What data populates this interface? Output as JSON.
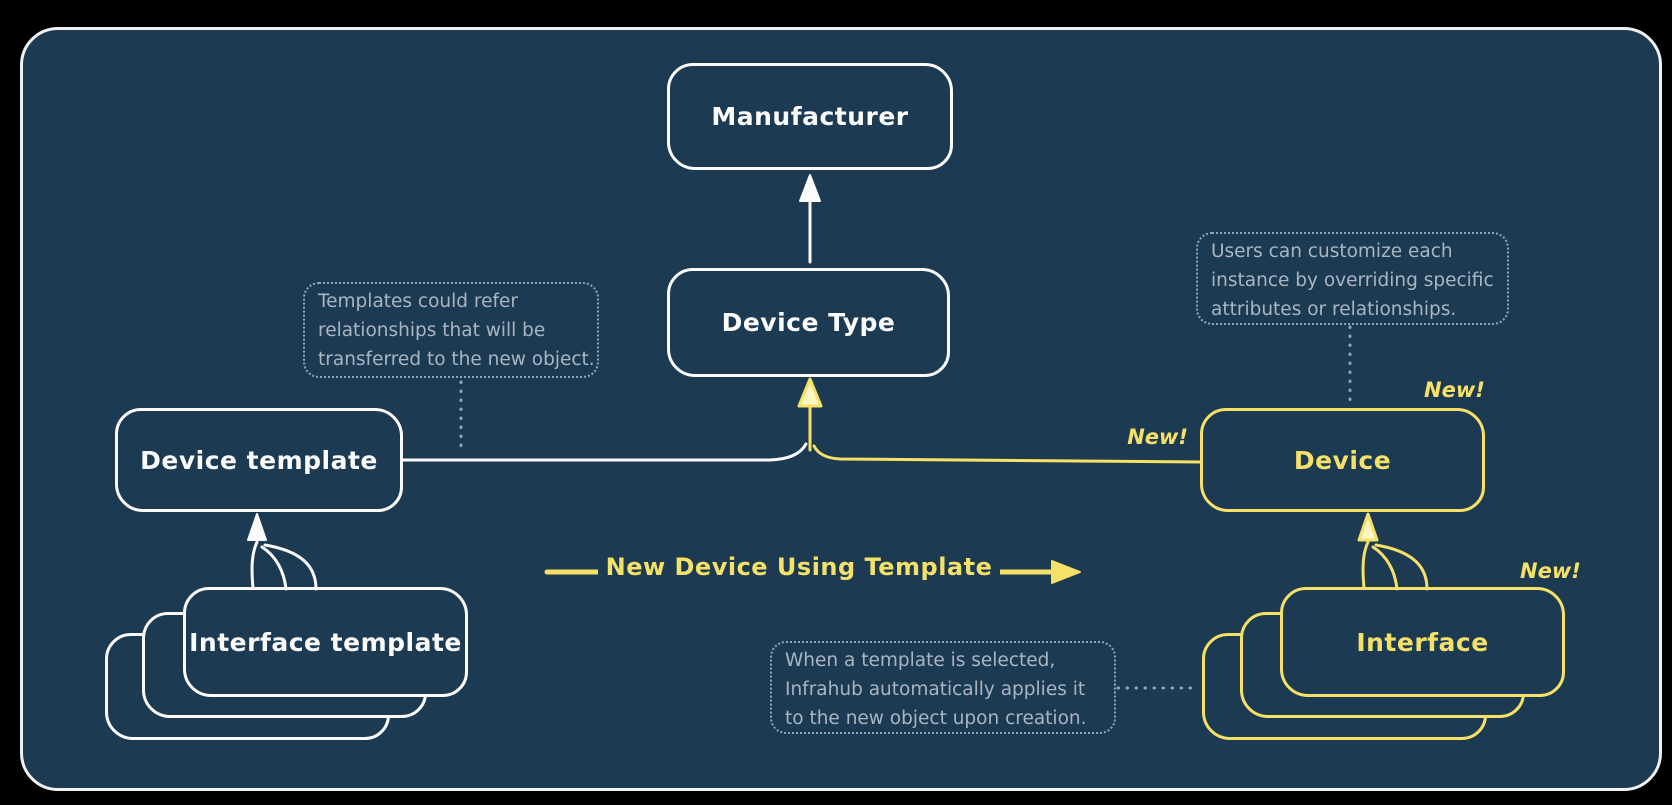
{
  "colors": {
    "page_bg": "#000000",
    "canvas_bg": "#1d3a53",
    "canvas_border": "#f0f0f0",
    "white_stroke": "#fbfbfb",
    "yellow": "#f5e167",
    "yellow_light": "#fdf6c4",
    "annotation": "#a9b6c2"
  },
  "nodes": {
    "manufacturer": {
      "label": "Manufacturer"
    },
    "device_type": {
      "label": "Device Type"
    },
    "device_template": {
      "label": "Device template"
    },
    "device": {
      "label": "Device"
    },
    "interface_template": {
      "label": "Interface template"
    },
    "interface": {
      "label": "Interface"
    }
  },
  "annotations": {
    "templates": {
      "lines": [
        "Templates could refer",
        "relationships that will be",
        "transferred to the new object."
      ]
    },
    "users": {
      "lines": [
        "Users can customize each",
        "instance by overriding specific",
        "attributes or relationships."
      ]
    },
    "when": {
      "lines": [
        "When a template is selected,",
        "Infrahub automatically applies it",
        "to the new object upon creation."
      ]
    }
  },
  "flow_label": "New Device Using Template",
  "badges": {
    "device_line": "New!",
    "device_corner": "New!",
    "interface_corner": "New!"
  }
}
